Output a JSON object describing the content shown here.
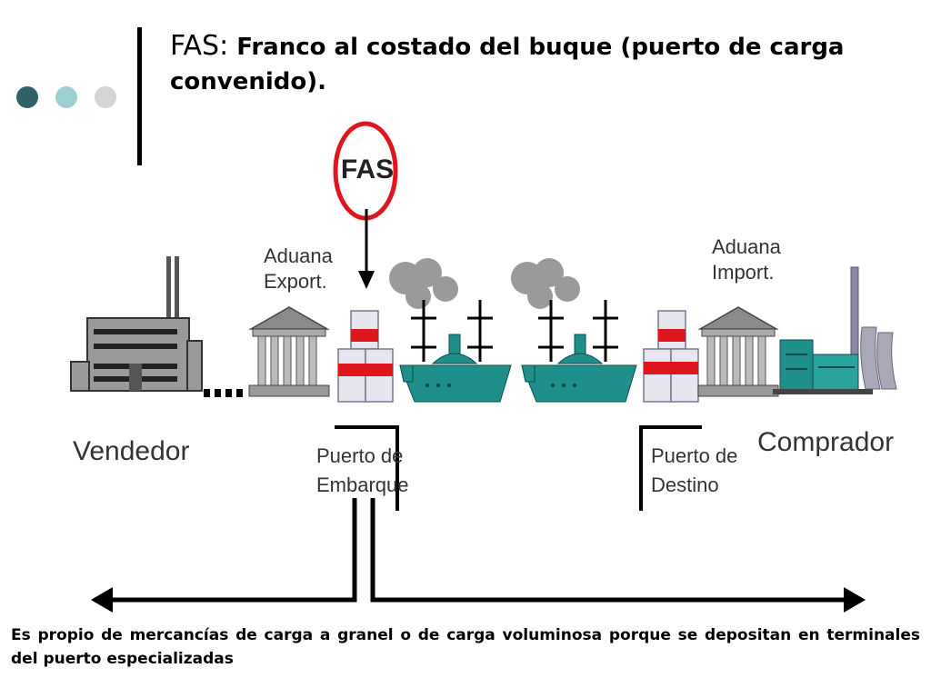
{
  "header": {
    "title_lead": "FAS:",
    "title_rest": " Franco al costado del buque (puerto de carga convenido).",
    "dot_colors": [
      "#2f6266",
      "#9ecfd3",
      "#d4d4d4"
    ]
  },
  "diagram": {
    "marker_label": "FAS",
    "marker_color": "#e0161e",
    "seller_label": "Vendedor",
    "buyer_label": "Comprador",
    "export_customs": {
      "line1": "Aduana",
      "line2": "Export."
    },
    "import_customs": {
      "line1": "Aduana",
      "line2": "Import."
    },
    "origin_port": {
      "line1": "Puerto de",
      "line2": "Embarque"
    },
    "destination_port": {
      "line1": "Puerto de",
      "line2": "Destino"
    },
    "colors": {
      "ship": "#1f8f8c",
      "smoke": "#9a9a9a",
      "container_red": "#e0161e",
      "container_body": "#e6e6ee",
      "building": "#8a8a8a"
    }
  },
  "footer": {
    "text": "Es propio de mercancías de carga a granel o de carga voluminosa porque se depositan en terminales del puerto especializadas"
  }
}
